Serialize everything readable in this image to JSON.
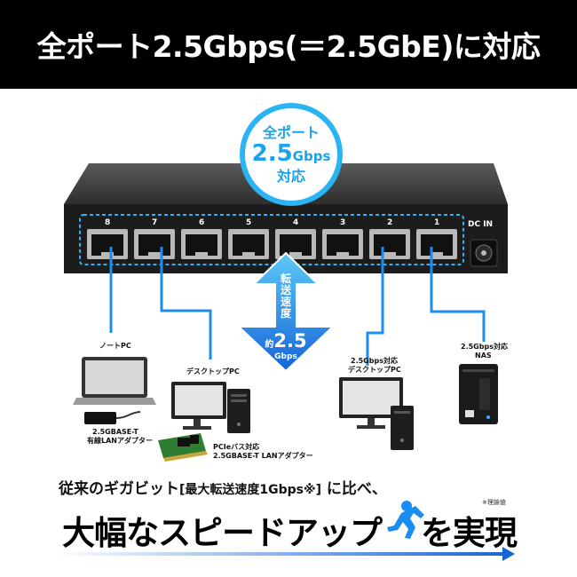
{
  "header": {
    "title": "全ポート2.5Gbps(＝2.5GbE)に対応"
  },
  "badge": {
    "line1": "全ポート",
    "line2": "2.5",
    "line2_unit": "Gbps",
    "line3": "対応"
  },
  "switch": {
    "port_numbers": [
      "8",
      "7",
      "6",
      "5",
      "4",
      "3",
      "2",
      "1"
    ],
    "dc_in_label": "DC IN"
  },
  "speed_arrow": {
    "vertical_text": "転送速度",
    "prefix": "約",
    "value": "2.5",
    "unit": "Gbps"
  },
  "devices": {
    "notebook_label": "ノートPC",
    "adapter_label_1": "2.5GBASE-T",
    "adapter_label_2": "有線LANアダプター",
    "desktop_label": "デスクトップPC",
    "pcie_label_1": "PCIeバス対応",
    "pcie_label_2": "2.5GBASE-T LANアダプター",
    "desktop2_label_1": "2.5Gbps対応",
    "desktop2_label_2": "デスクトップPC",
    "nas_label_1": "2.5Gbps対応",
    "nas_label_2": "NAS"
  },
  "bottom": {
    "line1_pre": "従来のギガビット",
    "line1_bracket": "[最大転送速度1Gbps※]",
    "line1_post": " に比べ、",
    "note": "※理論値",
    "line2_part1": "大幅なスピードアップ",
    "line2_part2": "を実現"
  },
  "colors": {
    "accent": "#2ab4f3",
    "arrow_blue": "#1565d8",
    "switch_body": "#1c1c1c"
  }
}
